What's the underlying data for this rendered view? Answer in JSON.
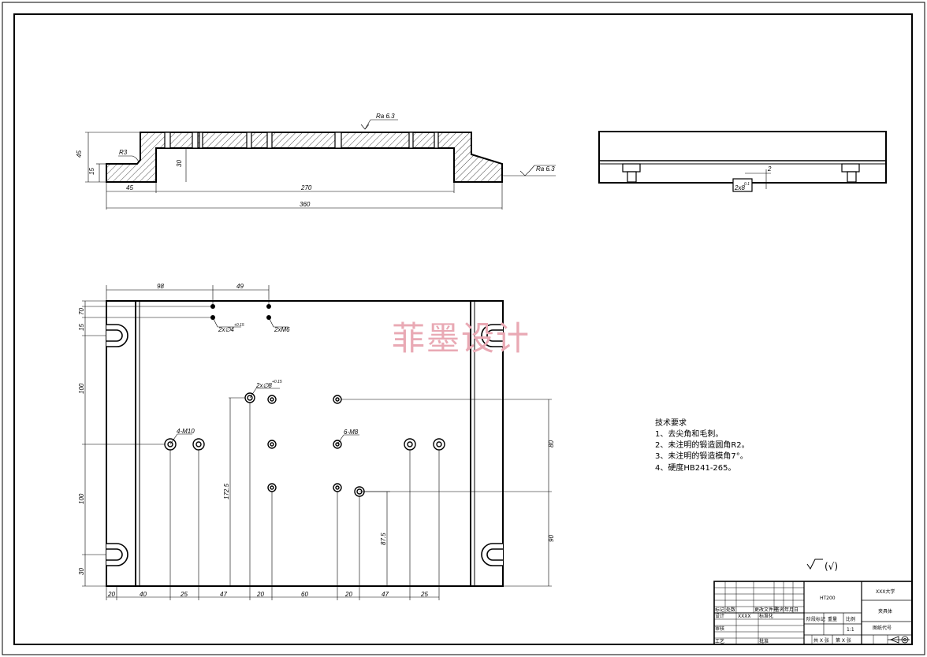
{
  "watermark": "菲墨设计",
  "section_view": {
    "roughness_top": "Ra 6.3",
    "roughness_right": "Ra 6.3",
    "radius": "R3",
    "dims": {
      "h45": "45",
      "h15": "15",
      "d30": "30",
      "w45": "45",
      "w270": "270",
      "w360": "360"
    }
  },
  "side_view": {
    "dim_2": "2",
    "dim_18": "2x8",
    "sup": "0.1"
  },
  "plan_view": {
    "top_dims": [
      "98",
      "49"
    ],
    "left_dims": [
      "70",
      "15",
      "100",
      "100",
      "30"
    ],
    "right_dims": [
      "80",
      "90"
    ],
    "bottom_dims": [
      "20",
      "40",
      "25",
      "47",
      "20",
      "60",
      "20",
      "47",
      "25"
    ],
    "vertical_dims": [
      "172.5",
      "87.5"
    ],
    "callouts": {
      "c1": "2x∅4",
      "c1_sup": "+0.15",
      "c2": "2xM6",
      "c3": "2x∅8",
      "c3_sup": "+0.15",
      "c4": "4-M10",
      "c5": "6-M8"
    }
  },
  "tech_notes": {
    "title": "技术要求",
    "items": [
      "1、去尖角和毛刺。",
      "2、未注明的锻造圆角R2。",
      "3、未注明的锻造模角7°。",
      "4、硬度HB241-265。"
    ]
  },
  "surface_symbol": "(√)",
  "title_block": {
    "material": "HT200",
    "school": "XXX大学",
    "part_name": "夹具体",
    "drawing_no": "图纸代号",
    "scale": "1:1",
    "stage_label": "阶段标记",
    "weight_label": "重量",
    "ratio_label": "比例",
    "design_label": "设计",
    "design_name": "XXXX",
    "std_label": "标准化",
    "review_label": "审核",
    "process_label": "工艺",
    "approve_label": "批准",
    "sheet_total": "共 X 张",
    "sheet_no": "第 X 张",
    "row_labels": [
      "标记",
      "处数",
      "分区",
      "更改文件号",
      "签名",
      "年月日"
    ]
  }
}
